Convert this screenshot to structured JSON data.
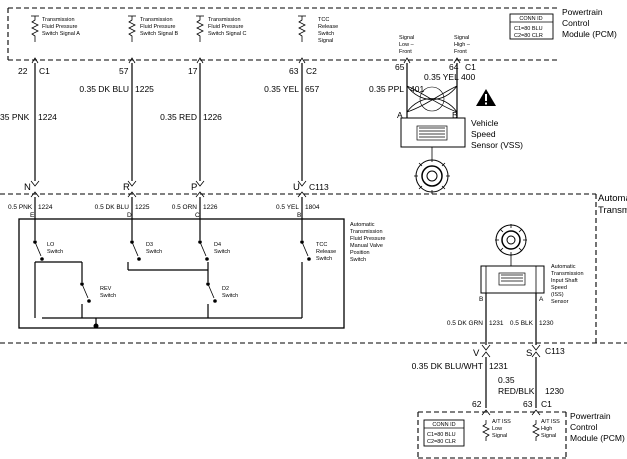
{
  "pcm_top": {
    "title_lines": [
      "Powertrain",
      "Control",
      "Module (PCM)"
    ],
    "conn_id": {
      "header": "CONN ID",
      "lines": [
        "C1=80 BLU",
        "C2=80 CLR"
      ]
    },
    "inputs": [
      {
        "lines": [
          "Transmission",
          "Fluid Pressure",
          "Switch Signal A"
        ],
        "pin": "22",
        "conn": "C1"
      },
      {
        "lines": [
          "Transmission",
          "Fluid Pressure",
          "Switch Signal B"
        ],
        "pin": "57",
        "conn": ""
      },
      {
        "lines": [
          "Transmission",
          "Fluid Pressure",
          "Switch Signal C"
        ],
        "pin": "17",
        "conn": ""
      },
      {
        "lines": [
          "TCC",
          "Release",
          "Switch",
          "Signal"
        ],
        "pin": "63",
        "conn": "C2"
      }
    ],
    "vss_inputs": [
      {
        "lines": [
          "Signal",
          "Low –",
          "Front"
        ],
        "pin": "65",
        "conn": ""
      },
      {
        "lines": [
          "Signal",
          "High –",
          "Front"
        ],
        "pin": "64",
        "conn": "C1"
      }
    ]
  },
  "wires": [
    {
      "size_color": "35 PNK",
      "circuit": "1224"
    },
    {
      "size_color": "0.35 DK BLU",
      "circuit": "1225"
    },
    {
      "size_color": "0.35 RED",
      "circuit": "1226"
    },
    {
      "size_color": "0.35 YEL",
      "circuit": "657"
    }
  ],
  "vss": {
    "wire_low": {
      "size_color": "0.35 PPL",
      "circuit": "401"
    },
    "wire_high": {
      "size_color": "0.35 YEL",
      "circuit": "400"
    },
    "terminal_a": "A",
    "terminal_b": "B",
    "label_lines": [
      "Vehicle",
      "Speed",
      "Sensor (VSS)"
    ]
  },
  "c113_top": {
    "connector": "C113",
    "pins": [
      "N",
      "R",
      "P",
      "U"
    ]
  },
  "trans_wires": [
    {
      "size_color": "0.5 PNK",
      "circuit": "1224",
      "pin": "E"
    },
    {
      "size_color": "0.5 DK BLU",
      "circuit": "1225",
      "pin": "D"
    },
    {
      "size_color": "0.5 ORN",
      "circuit": "1226",
      "pin": "C"
    },
    {
      "size_color": "0.5 YEL",
      "circuit": "1804",
      "pin": "B"
    }
  ],
  "transmission": {
    "title_lines": [
      "Automa",
      "Transm"
    ],
    "valve_lines": [
      "Automatic",
      "Transmission",
      "Fluid Pressure",
      "Manual Valve",
      "Position",
      "Switch"
    ],
    "switches": [
      {
        "lines": [
          "LO",
          "Switch"
        ]
      },
      {
        "lines": [
          "D3",
          "Switch"
        ]
      },
      {
        "lines": [
          "D4",
          "Switch"
        ]
      },
      {
        "lines": [
          "TCC",
          "Release",
          "Switch"
        ]
      },
      {
        "lines": [
          "REV",
          "Switch"
        ]
      },
      {
        "lines": [
          "D2",
          "Switch"
        ]
      }
    ],
    "iss_lines": [
      "Automatic",
      "Transmission",
      "Input Shaft",
      "Speed",
      "(ISS)",
      "Sensor"
    ],
    "iss_terminal_b": "B",
    "iss_terminal_a": "A",
    "iss_wires": [
      {
        "size_color": "0.5 DK GRN",
        "circuit": "1231"
      },
      {
        "size_color": "0.5 BLK",
        "circuit": "1230"
      }
    ]
  },
  "c113_bottom": {
    "connector": "C113",
    "pins": [
      "V",
      "S"
    ]
  },
  "bottom_wires": [
    {
      "size_color": "0.35 DK BLU/WHT",
      "circuit": "1231"
    },
    {
      "size_color_lines": [
        "0.35",
        "RED/BLK"
      ],
      "circuit": "1230"
    }
  ],
  "pcm_bottom": {
    "title_lines": [
      "Powertrain",
      "Control",
      "Module (PCM)"
    ],
    "conn_id": {
      "header": "CONN ID",
      "lines": [
        "C1=80 BLU",
        "C2=80 CLR"
      ]
    },
    "inputs": [
      {
        "lines": [
          "A/T ISS",
          "Low",
          "Signal"
        ],
        "pin": "62",
        "conn": ""
      },
      {
        "lines": [
          "A/T ISS",
          "High",
          "Signal"
        ],
        "pin": "63",
        "conn": "C1"
      }
    ]
  }
}
